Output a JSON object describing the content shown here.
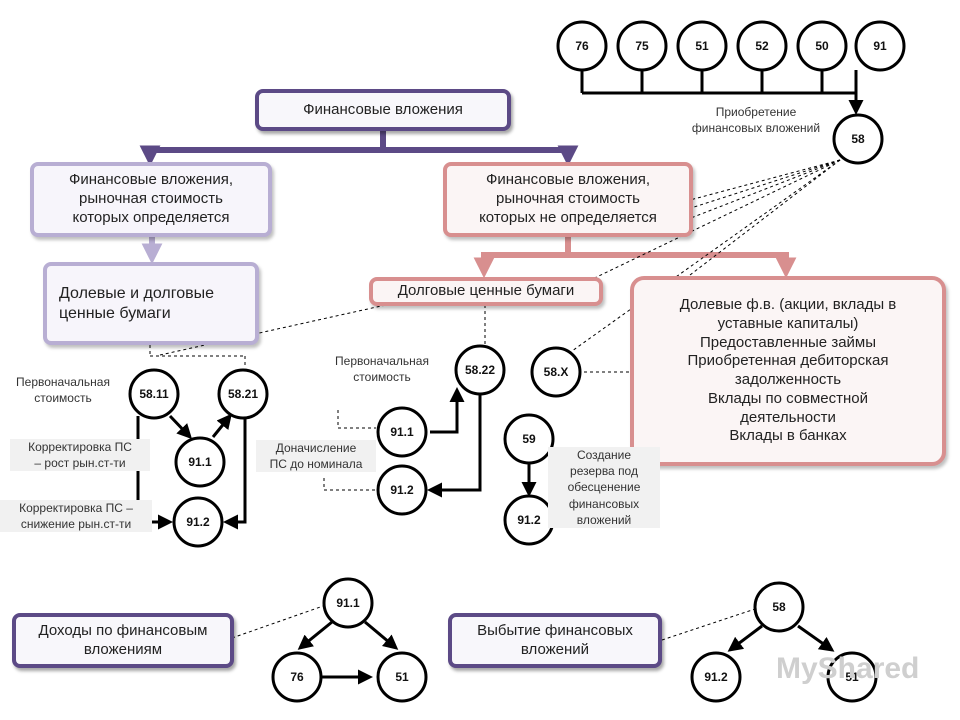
{
  "boxes": {
    "fin_vlozheniya": "Финансовые вложения",
    "market_determined": "Финансовые вложения,\nрыночная стоимость\nкоторых определяется",
    "market_not_determined": "Финансовые вложения,\nрыночная стоимость\nкоторых не определяется",
    "equity_and_debt": "Долевые  и долговые\nценные бумаги",
    "debt_securities": "Долговые ценные бумаги",
    "other_investments": "Долевые ф.в. (акции, вклады в\nуставные капиталы)\nПредоставленные займы\nПриобретенная дебиторская\nзадолженность\nВклады по совместной\nдеятельности\nВклады в банках",
    "income": "Доходы по финансовым\nвложениям",
    "disposal": "Выбытие финансовых\nвложений"
  },
  "nodes": {
    "top": [
      "76",
      "75",
      "51",
      "52",
      "50",
      "91"
    ],
    "n58": "58",
    "n58_11": "58.11",
    "n58_21": "58.21",
    "n91_1_a": "91.1",
    "n91_2_a": "91.2",
    "n58_22": "58.22",
    "n58_x": "58.X",
    "n91_1_b": "91.1",
    "n91_2_b": "91.2",
    "n59": "59",
    "n91_2_c": "91.2",
    "n91_1_c": "91.1",
    "n76": "76",
    "n51_a": "51",
    "n58_b": "58",
    "n91_2_d": "91.2",
    "n51_b": "51"
  },
  "labels": {
    "acquisition": "Приобретение\nфинансовых вложений",
    "initial_cost_left": "Первоначальная\nстоимость",
    "initial_cost_mid": "Первоначальная\nстоимость",
    "adj_growth": "Корректировка ПС\n– рост рын.ст-ти",
    "adj_decline": "Корректировка ПС –\nснижение рын.ст-ти",
    "accrual": "Доначисление\nПС  до номинала",
    "reserve": "Создание\nрезерва под\nобесценение\nфинансовых\nвложений"
  },
  "watermark": "MyShared",
  "colors": {
    "purple": "#5c4a86",
    "lavender": "#b8aed3",
    "pink": "#d88f8f"
  }
}
